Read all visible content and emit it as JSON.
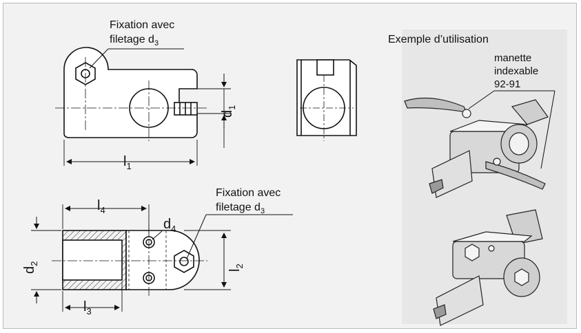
{
  "top_view": {
    "fixation_line1": "Fixation avec",
    "fixation_line2": "filetage d",
    "fixation_sub": "3",
    "l1": "l",
    "l1_sub": "1",
    "d1": "d",
    "d1_sub": "1"
  },
  "bottom_view": {
    "fixation_line1": "Fixation avec",
    "fixation_line2": "filetage d",
    "fixation_sub": "3",
    "l4": "l",
    "l4_sub": "4",
    "l3": "l",
    "l3_sub": "3",
    "l2": "l",
    "l2_sub": "2",
    "d2": "d",
    "d2_sub": "2",
    "d4": "d",
    "d4_sub": "4"
  },
  "usage": {
    "title": "Exemple d’utilisation",
    "handle_line1": "manette",
    "handle_line2": "indexable",
    "handle_line3": "92-91"
  },
  "colors": {
    "frame_bg": "#f2f2f2",
    "ink": "#111111",
    "part": "#ffffff",
    "usage_panel": "#e7e7e7"
  }
}
